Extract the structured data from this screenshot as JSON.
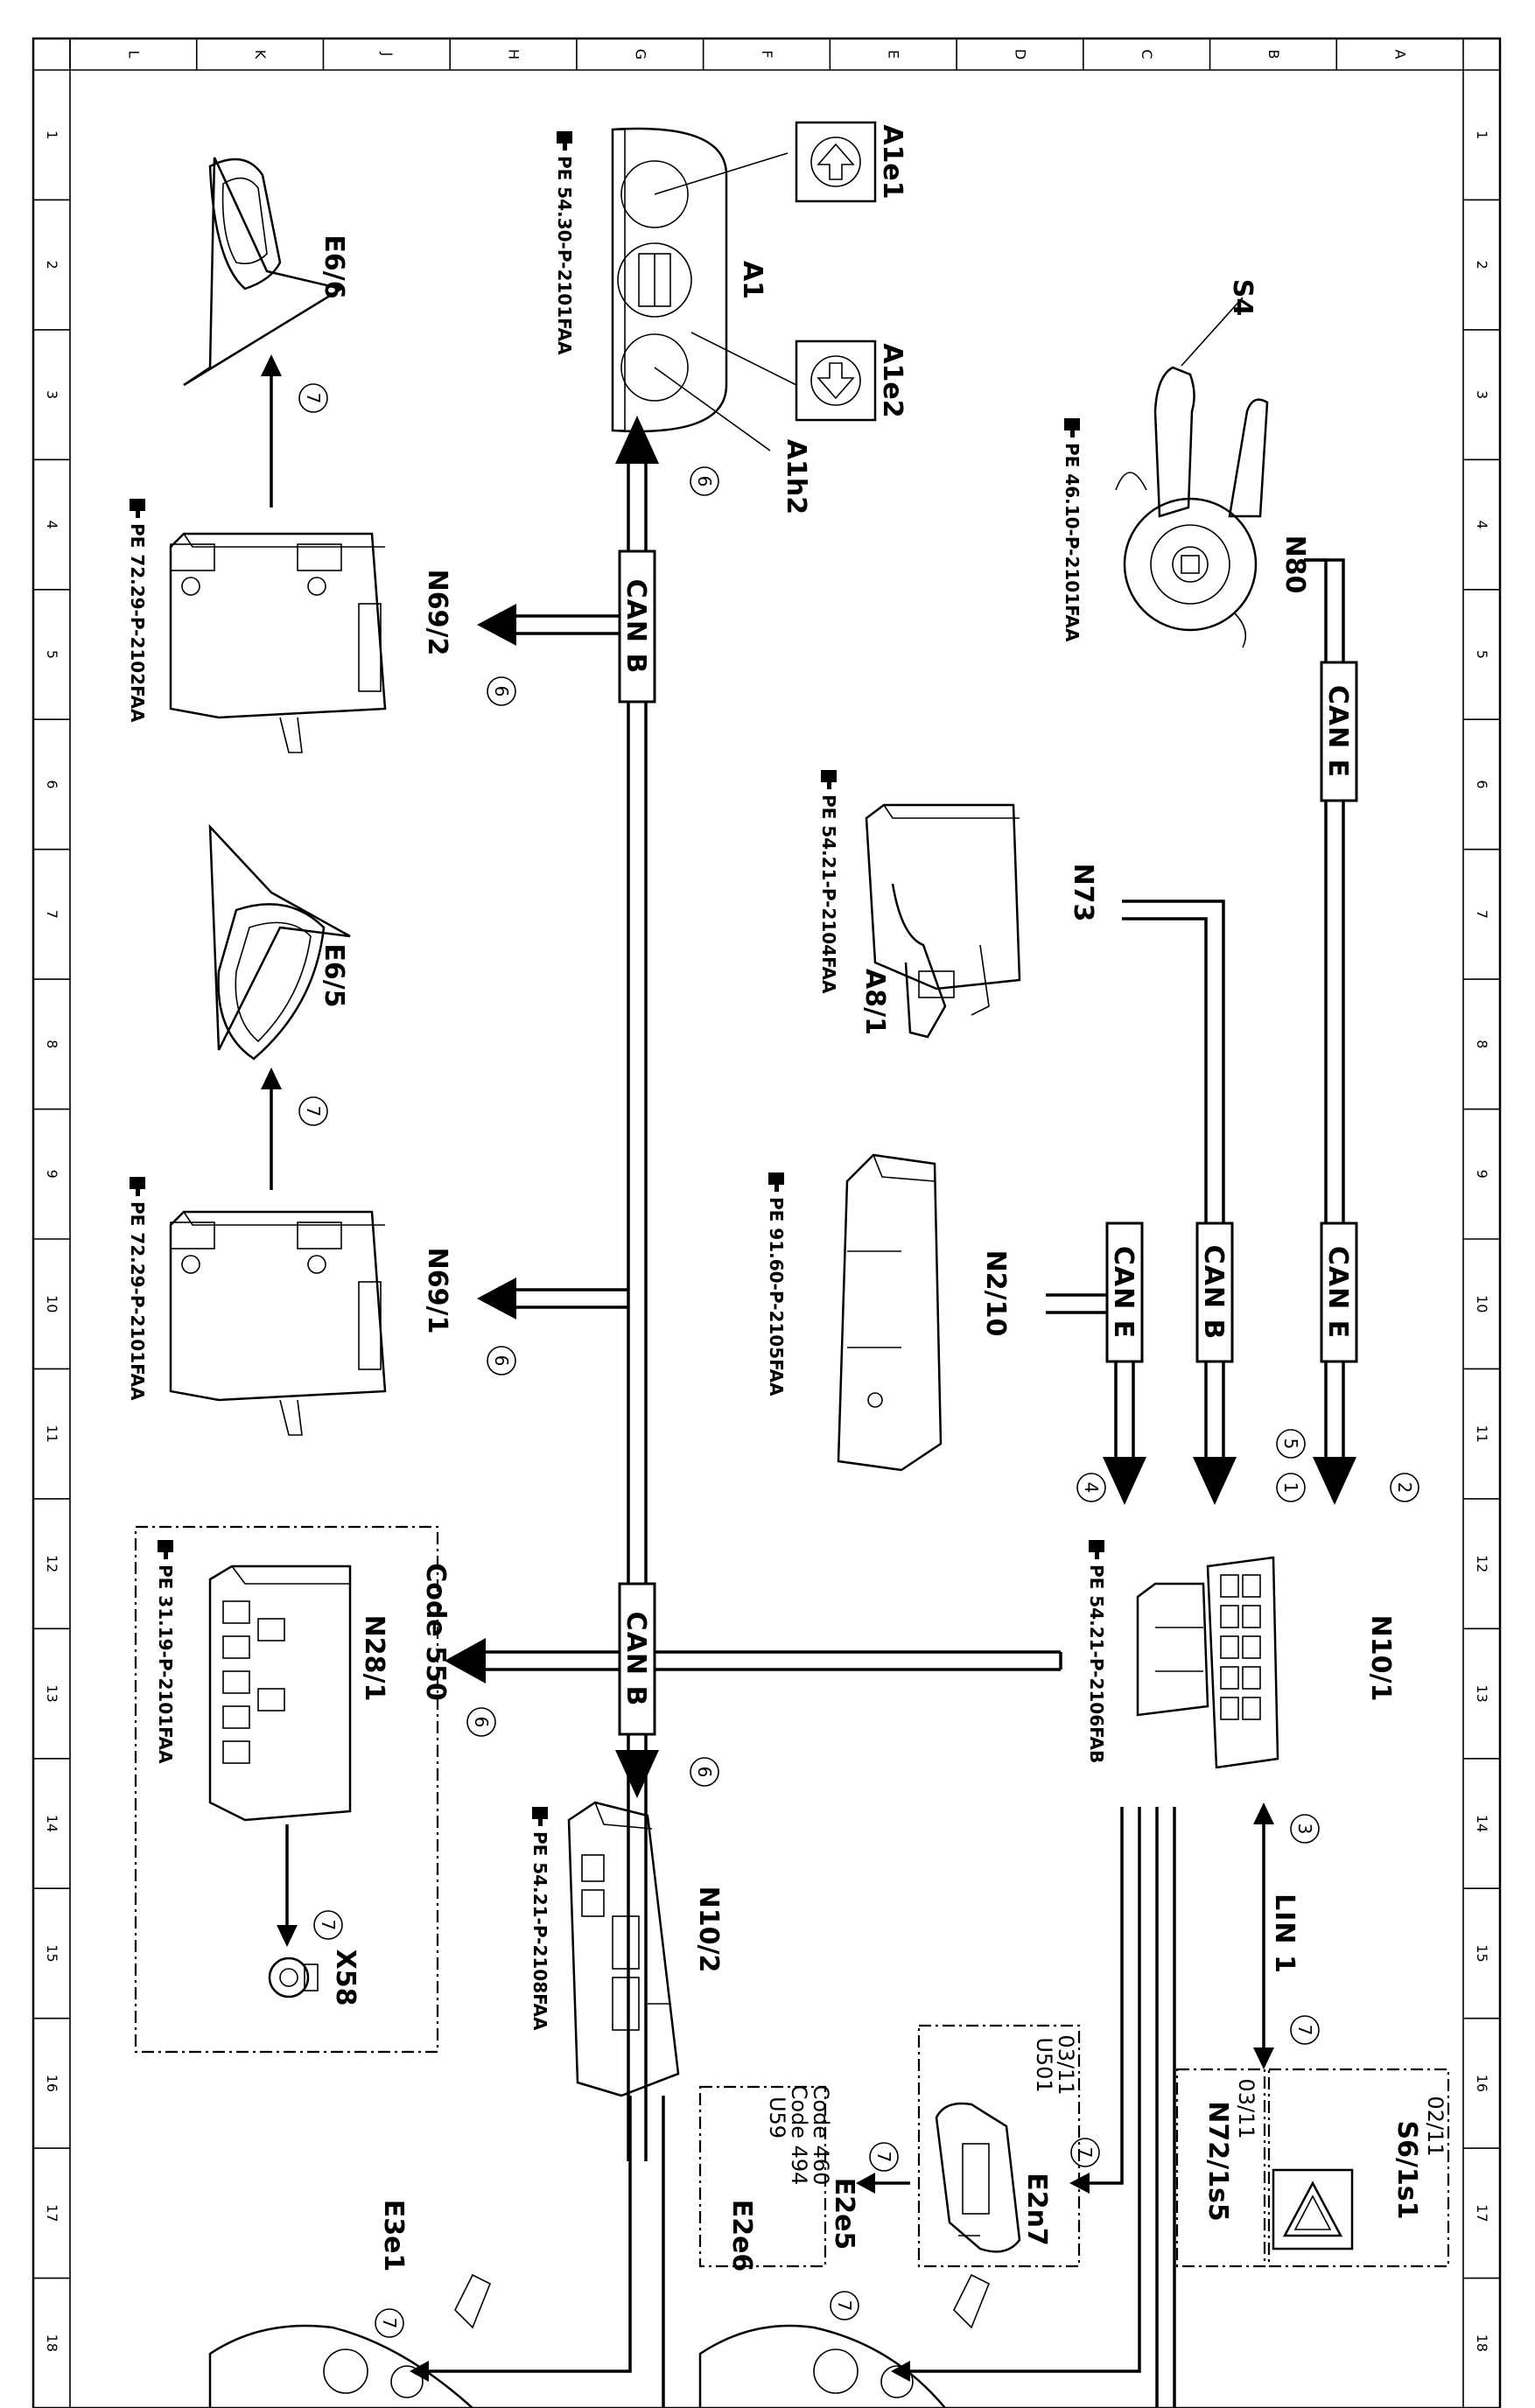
{
  "grid": {
    "columns": [
      "A",
      "B",
      "C",
      "D",
      "E",
      "F",
      "G",
      "H",
      "J",
      "K",
      "L"
    ],
    "rows": [
      "1",
      "2",
      "3",
      "4",
      "5",
      "6",
      "7",
      "8",
      "9",
      "10",
      "11",
      "12",
      "13",
      "14",
      "15",
      "16",
      "17",
      "18"
    ]
  },
  "components": {
    "S4": "S4",
    "N80": "N80",
    "N73": "N73",
    "A8_1": "A8/1",
    "N2_10": "N2/10",
    "N10_1": "N10/1",
    "N10_2": "N10/2",
    "A1": "A1",
    "A1e1": "A1e1",
    "A1e2": "A1e2",
    "A1h2": "A1h2",
    "N69_1": "N69/1",
    "N69_2": "N69/2",
    "E6_5": "E6/5",
    "E6_6": "E6/6",
    "N28_1": "N28/1",
    "X58": "X58",
    "E2n7": "E2n7",
    "E2e5": "E2e5",
    "E2e6": "E2e6",
    "E3e1": "E3e1",
    "S6_1s1": "S6/1s1",
    "N72_1s5": "N72/1s5"
  },
  "references": {
    "N80": "PE 46.10-P-2101FAA",
    "N73": "PE 54.21-P-2104FAA",
    "N2_10": "PE 91.60-P-2105FAA",
    "N10_1": "PE 54.21-P-2106FAB",
    "A1": "PE 54.30-P-2101FAA",
    "N69_1": "PE 72.29-P-2101FAA",
    "N69_2": "PE 72.29-P-2102FAA",
    "N28_1": "PE 31.19-P-2101FAA",
    "N10_2": "PE 54.21-P-2108FAA"
  },
  "buses": {
    "can_e": "CAN E",
    "can_b": "CAN B",
    "lin1": "LIN 1"
  },
  "notes": {
    "code550": "Code 550",
    "s6_from": "02/11",
    "n72_from": "03/11",
    "e2n7_from": "03/11",
    "e2n7_code": "U501",
    "e2e5_code1": "Code 460",
    "e2e5_code2": "Code 494",
    "e2e6_code": "U59"
  },
  "callouts": {
    "c1": "1",
    "c2": "2",
    "c3": "3",
    "c4": "4",
    "c5": "5",
    "c6": "6",
    "c7": "7"
  },
  "symbols": {
    "reference_pointer": "pointing-hand-icon",
    "arrow_up_button": "arrow-up-icon",
    "arrow_down_button": "arrow-down-icon",
    "hazard_warning": "hazard-triangle-icon"
  }
}
